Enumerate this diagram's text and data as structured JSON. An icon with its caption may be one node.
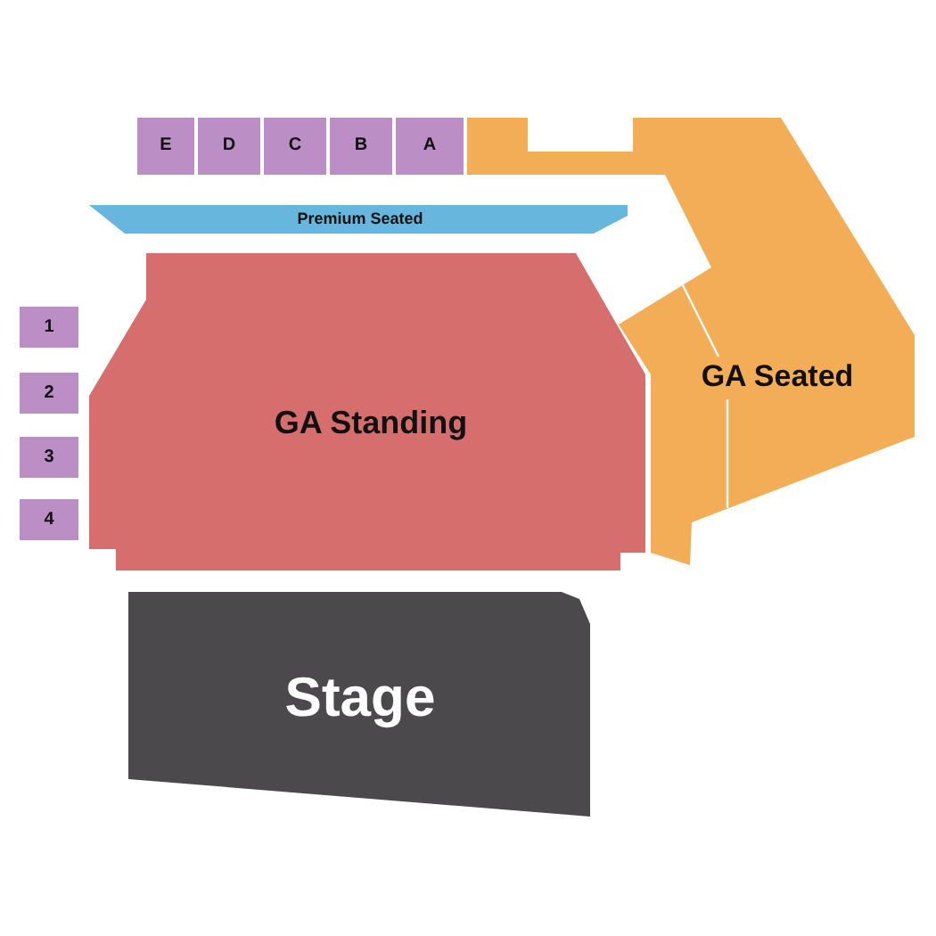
{
  "diagram": {
    "nodes": [
      {
        "text": [
          "E"
        ]
      },
      {
        "text": [
          "D"
        ]
      },
      {
        "text": [
          "C"
        ]
      },
      {
        "text": [
          "B"
        ]
      },
      {
        "text": [
          "A"
        ]
      },
      {
        "text": [
          "Premium Seated"
        ]
      },
      {
        "text": [
          "1"
        ]
      },
      {
        "text": [
          "2"
        ]
      },
      {
        "text": [
          "3"
        ]
      },
      {
        "text": [
          "4"
        ]
      },
      {
        "text": [
          "GA Standing"
        ]
      },
      {
        "text": [
          "GA Seated"
        ]
      },
      {
        "text": [
          "Stage"
        ]
      }
    ],
    "edges": []
  }
}
